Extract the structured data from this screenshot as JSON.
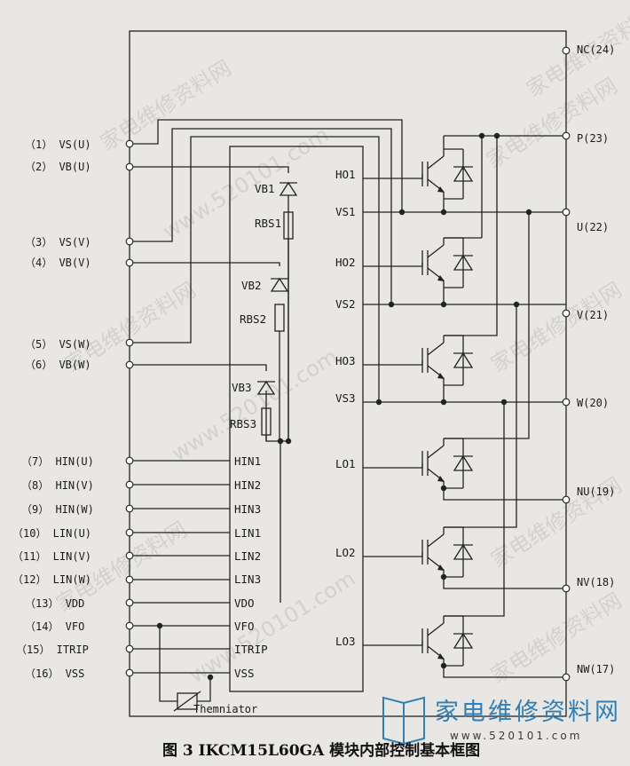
{
  "left_pins": [
    "（1） VS(U)",
    "（2） VB(U)",
    "（3） VS(V)",
    "（4） VB(V)",
    "（5） VS(W)",
    "（6） VB(W)",
    "（7） HIN(U)",
    "（8） HIN(V)",
    "（9） HIN(W)",
    "（10） LIN(U)",
    "（11） LIN(V)",
    "（12） LIN(W)",
    "（13） VDD",
    "（14） VFO",
    "（15） ITRIP",
    "（16） VSS"
  ],
  "right_pins": [
    "NC(24)",
    "P(23)",
    "U(22)",
    "V(21)",
    "W(20)",
    "NU(19)",
    "NV(18)",
    "NW(17)"
  ],
  "ic_inputs": [
    "HIN1",
    "HIN2",
    "HIN3",
    "LIN1",
    "LIN2",
    "LIN3",
    "VDO",
    "VFO",
    "ITRIP",
    "VSS"
  ],
  "ic_outputs": [
    "HO1",
    "VS1",
    "HO2",
    "VS2",
    "HO3",
    "VS3",
    "LO1",
    "LO2",
    "LO3"
  ],
  "diodes": [
    "VB1",
    "VB2",
    "VB3"
  ],
  "resistors": [
    "RBS1",
    "RBS2",
    "RBS3"
  ],
  "thermistor": "Themniator",
  "watermarks": [
    "家电维修资料网",
    "www.520101.com",
    "家电维修资料网",
    "家电维修资料网",
    "家电维修资料网",
    "www.520101.com",
    "家电维修资料网",
    "家电维修资料网",
    "www.520101.com",
    "家电维修资料网",
    "家电维修资料网"
  ],
  "logo": {
    "cn": "家电维修资料网",
    "url": "www.520101.com"
  },
  "caption": "图 3  IKCM15L60GA 模块内部控制基本框图",
  "colors": {
    "logo": "#2f7fb8",
    "ink": "#222222",
    "paper": "#e9e7e3"
  }
}
